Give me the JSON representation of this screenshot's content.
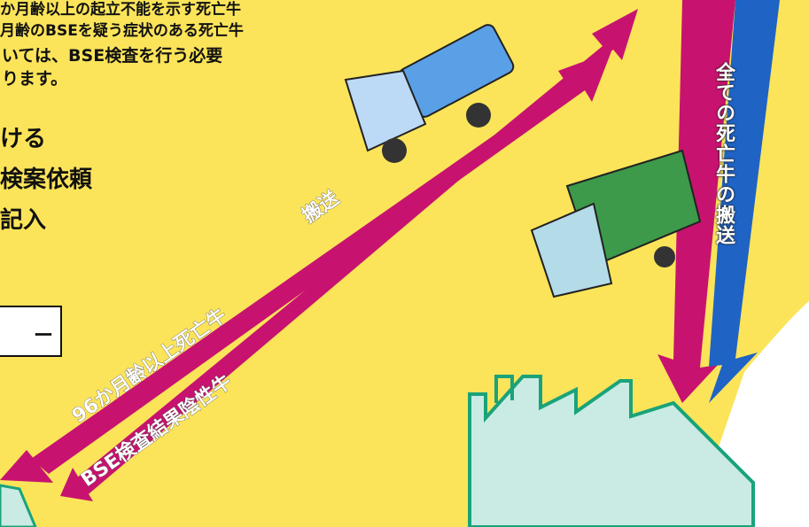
{
  "notice": {
    "lines": [
      "か月齢以上の起立不能を示す死亡牛",
      "月齢のBSEを疑う症状のある死亡牛",
      "いては、BSE検査を行う必要",
      "ります。"
    ]
  },
  "steps": [
    "ける",
    "検案依頼",
    "記入"
  ],
  "boxed_fragment": "ー",
  "arrows": {
    "upper_label_1": "96か月齢以上死亡牛",
    "upper_label_2": "搬送",
    "lower_label": "BSE検査結果陰性牛",
    "vertical_label": "全ての死亡牛の搬送"
  },
  "colors": {
    "background": "#fbe45a",
    "arrow_magenta": "#c7136f",
    "arrow_blue": "#1f63c4",
    "factory_fill": "#c9ebe3",
    "factory_outline": "#1aa37a"
  }
}
